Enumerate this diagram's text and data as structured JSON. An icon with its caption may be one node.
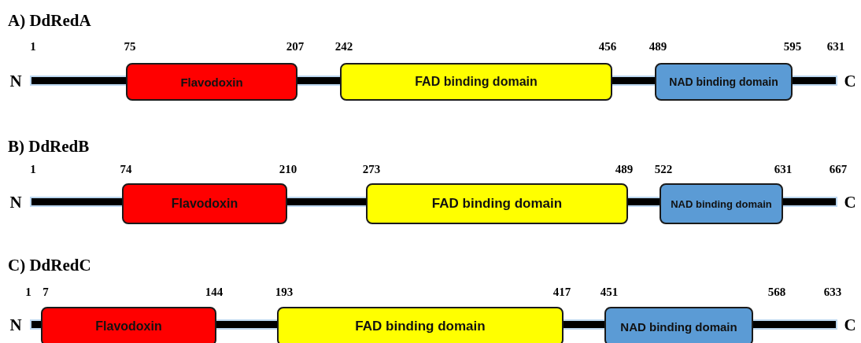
{
  "diagram": {
    "nodes": [
      {
        "text": [
          "Flavodoxin"
        ]
      },
      {
        "text": [
          "FAD binding domain"
        ]
      },
      {
        "text": [
          "NAD binding domain"
        ]
      },
      {
        "text": [
          "Flavodoxin"
        ]
      },
      {
        "text": [
          "FAD binding domain"
        ]
      },
      {
        "text": [
          "NAD binding domain"
        ]
      },
      {
        "text": [
          "Flavodoxin"
        ]
      },
      {
        "text": [
          "FAD binding domain"
        ]
      },
      {
        "text": [
          "NAD binding domain"
        ]
      }
    ],
    "labels": [
      "A) DdRedA",
      "1",
      "75",
      "207",
      "242",
      "456",
      "489",
      "595",
      "631",
      "N",
      "C",
      "B) DdRedB",
      "1",
      "74",
      "210",
      "273",
      "489",
      "522",
      "631",
      "667",
      "N",
      "C",
      "C) DdRedC",
      "1",
      "7",
      "144",
      "193",
      "417",
      "451",
      "568",
      "633",
      "N",
      "C"
    ]
  }
}
